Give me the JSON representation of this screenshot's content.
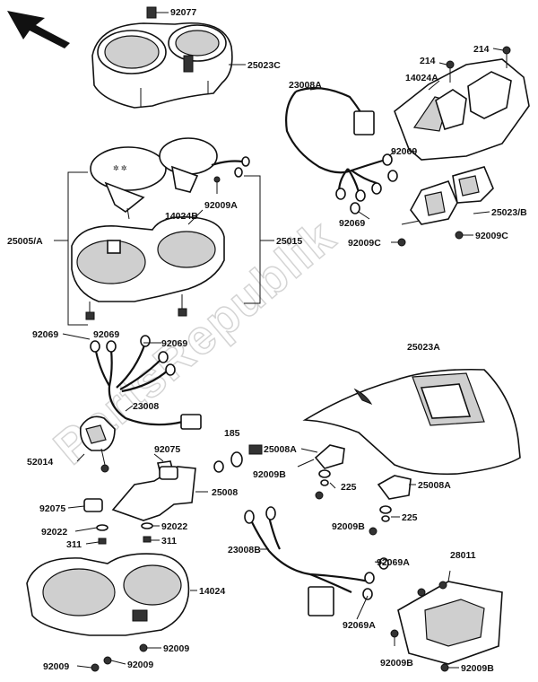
{
  "watermark": "PartsRepublik",
  "labels": {
    "l92077": "92077",
    "l25023C": "25023C",
    "l214a": "214",
    "l214b": "214",
    "l14024A": "14024A",
    "l23008A": "23008A",
    "l92069a": "92069",
    "l92009A": "92009A",
    "l14024B": "14024B",
    "l25005A": "25005/A",
    "l25015": "25015",
    "l92069b": "92069",
    "l25023B": "25023/B",
    "l92009C1": "92009C",
    "l92009C2": "92009C",
    "l92069c": "92069",
    "l92069d": "92069",
    "l92069e": "92069",
    "l25023A": "25023A",
    "l23008": "23008",
    "l185": "185",
    "l25008A1": "25008A",
    "l52014": "52014",
    "l92075a": "92075",
    "l92009B1": "92009B",
    "l225a": "225",
    "l25008": "25008",
    "l25008A2": "25008A",
    "l92075b": "92075",
    "l92009B2": "92009B",
    "l225b": "225",
    "l92022a": "92022",
    "l92022b": "92022",
    "l311a": "311",
    "l311b": "311",
    "l23008B": "23008B",
    "l92069A1": "92069A",
    "l28011": "28011",
    "l14024": "14024",
    "l92069A2": "92069A",
    "l92009a": "92009",
    "l92009B3": "92009B",
    "l92009b": "92009",
    "l92009c": "92009",
    "l92009B4": "92009B"
  }
}
